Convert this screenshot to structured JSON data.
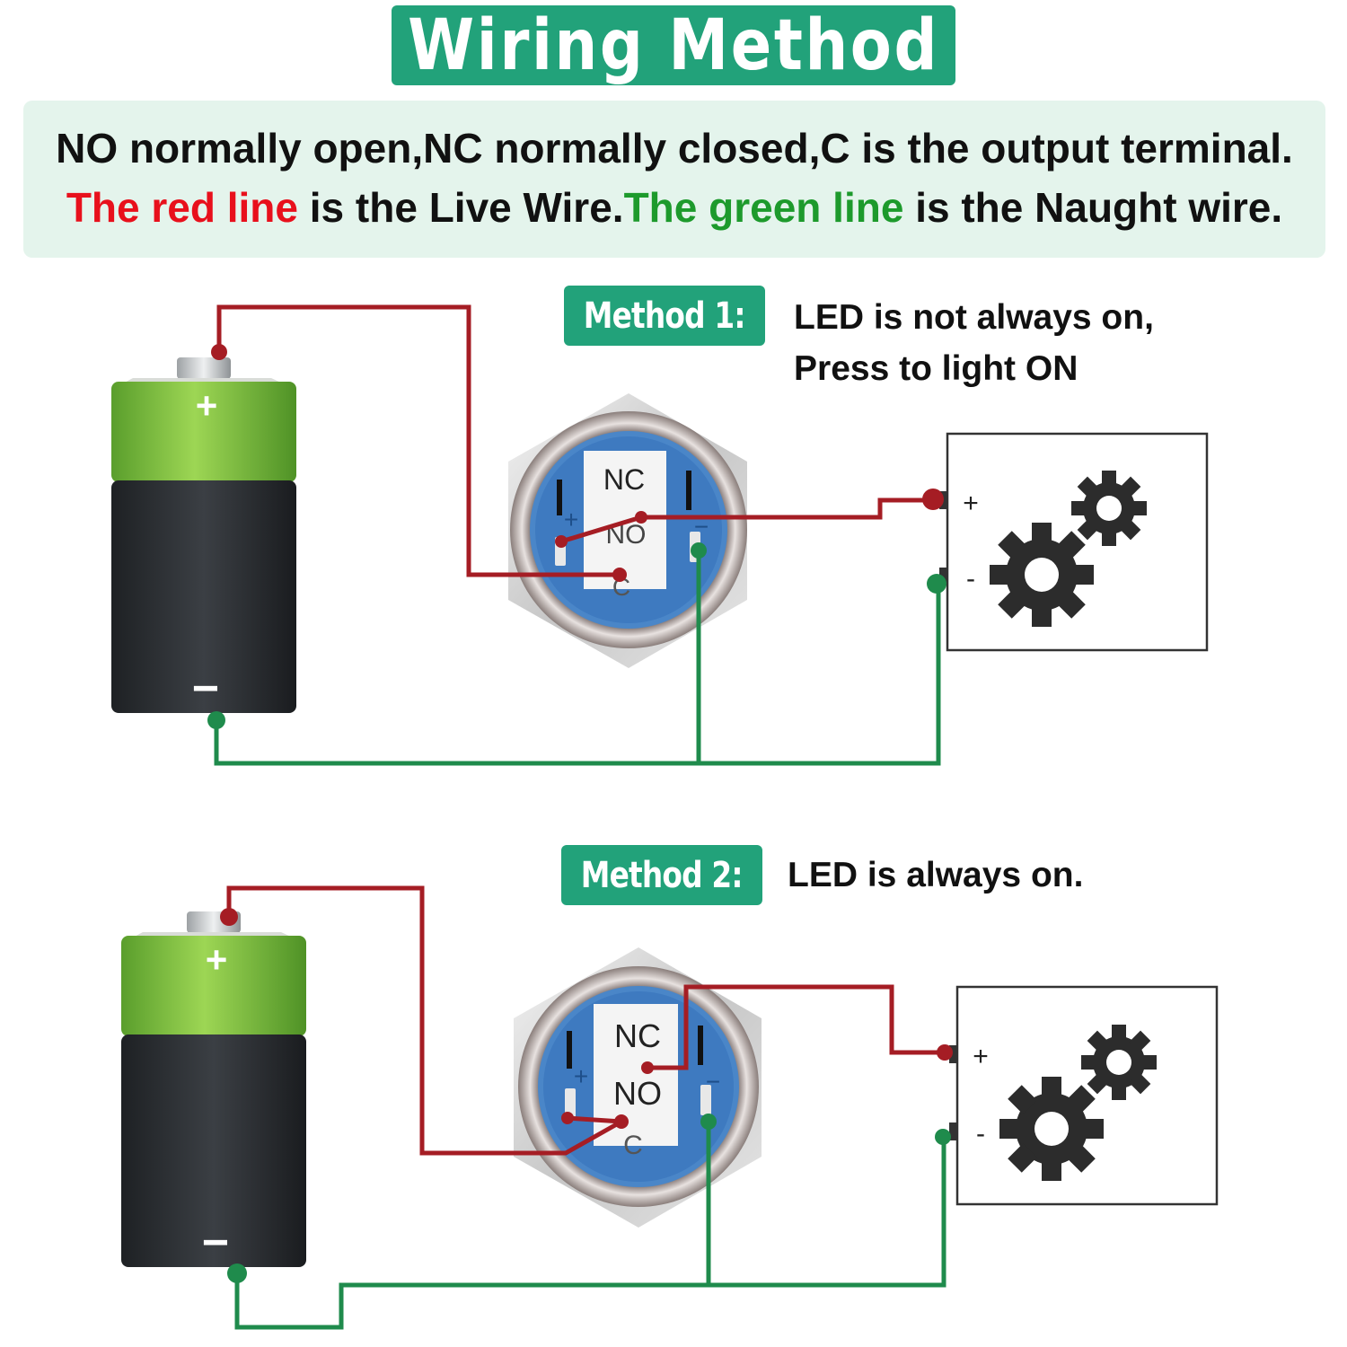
{
  "title": "Wiring Method",
  "info": {
    "line1": "NO normally open,NC normally closed,C is the output terminal.",
    "line2_red": "The red line",
    "line2_mid": " is the Live Wire.",
    "line2_green": "The green line",
    "line2_end": " is the Naught wire."
  },
  "method1": {
    "badge": "Method 1:",
    "desc_line1": "LED is not always on,",
    "desc_line2": "Press to light ON"
  },
  "method2": {
    "badge": "Method 2:",
    "desc_line1": "LED is always on."
  },
  "battery": {
    "plus": "+",
    "minus": "−"
  },
  "switch_labels": {
    "nc": "NC",
    "no": "NO",
    "c": "C",
    "plus": "+",
    "minus": "−"
  },
  "load": {
    "plus": "+",
    "minus": "-"
  },
  "colors": {
    "badge_green": "#22a27a",
    "info_bg": "#e4f4ec",
    "live_wire": "#a51d24",
    "naught_wire": "#1f8b4c",
    "red_text": "#e8101c",
    "green_text": "#1d9a2c"
  }
}
